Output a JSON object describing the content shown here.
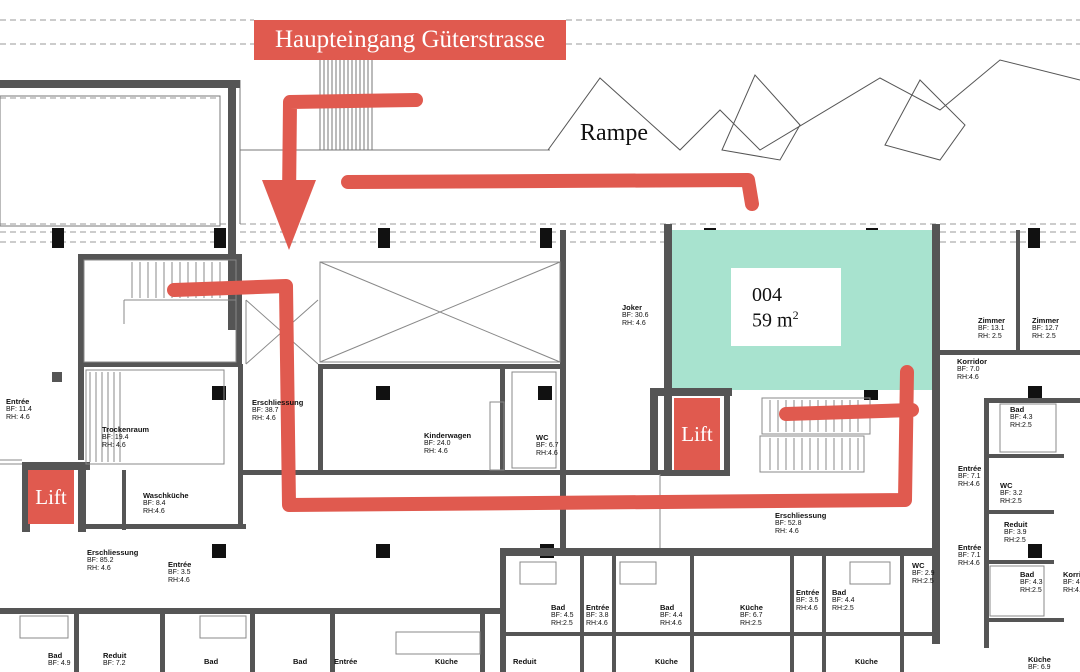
{
  "title": "Haupteingang Güterstrasse",
  "ramp_label": "Rampe",
  "lift_label": "Lift",
  "unit": {
    "number": "004",
    "area": "59 m",
    "area_unit_sup": "2"
  },
  "colors": {
    "accent": "#e05a4f",
    "highlight": "#a8e3cf",
    "wall": "#555555"
  },
  "rooms": [
    {
      "name": "Entrée",
      "bf": "BF: 11.4",
      "rh": "RH:  4.6"
    },
    {
      "name": "Trockenraum",
      "bf": "BF: 19.4",
      "rh": "RH:  4.6"
    },
    {
      "name": "Waschküche",
      "bf": "BF: 8.4",
      "rh": "RH:4.6"
    },
    {
      "name": "Erschliessung",
      "bf": "BF: 38.7",
      "rh": "RH:  4.6"
    },
    {
      "name": "Kinderwagen",
      "bf": "BF: 24.0",
      "rh": "RH:  4.6"
    },
    {
      "name": "WC",
      "bf": "BF: 6.7",
      "rh": "RH:4.6"
    },
    {
      "name": "Joker",
      "bf": "BF: 30.6",
      "rh": "RH:  4.6"
    },
    {
      "name": "Zimmer",
      "bf": "BF: 13.1",
      "rh": "RH:  2.5"
    },
    {
      "name": "Zimmer",
      "bf": "BF: 12.7",
      "rh": "RH:  2.5"
    },
    {
      "name": "Korridor",
      "bf": "BF: 7.0",
      "rh": "RH:4.6"
    },
    {
      "name": "Bad",
      "bf": "BF: 4.3",
      "rh": "RH:2.5"
    },
    {
      "name": "Entrée",
      "bf": "BF: 7.1",
      "rh": "RH:4.6"
    },
    {
      "name": "WC",
      "bf": "BF: 3.2",
      "rh": "RH:2.5"
    },
    {
      "name": "Reduit",
      "bf": "BF: 3.9",
      "rh": "RH:2.5"
    },
    {
      "name": "Entrée",
      "bf": "BF: 7.1",
      "rh": "RH:4.6"
    },
    {
      "name": "Bad",
      "bf": "BF: 4.3",
      "rh": "RH:2.5"
    },
    {
      "name": "Erschliessung",
      "bf": "BF: 85.2",
      "rh": "RH:  4.6"
    },
    {
      "name": "Entrée",
      "bf": "BF: 3.5",
      "rh": "RH:4.6"
    },
    {
      "name": "Erschliessung",
      "bf": "BF: 52.8",
      "rh": "RH:  4.6"
    },
    {
      "name": "Bad",
      "bf": "BF: 4.5",
      "rh": "RH:2.5"
    },
    {
      "name": "Entrée",
      "bf": "BF: 3.8",
      "rh": "RH:4.6"
    },
    {
      "name": "Bad",
      "bf": "BF: 4.4",
      "rh": "RH:4.6"
    },
    {
      "name": "Küche",
      "bf": "BF: 6.7",
      "rh": "RH:2.5"
    },
    {
      "name": "Entrée",
      "bf": "BF: 3.5",
      "rh": "RH:4.6"
    },
    {
      "name": "Bad",
      "bf": "BF: 4.4",
      "rh": "RH:2.5"
    },
    {
      "name": "WC",
      "bf": "BF: 2.9",
      "rh": "RH:2.5"
    },
    {
      "name": "Bad",
      "bf": "BF: 4.9",
      "rh": ""
    },
    {
      "name": "Reduit",
      "bf": "BF: 7.2",
      "rh": ""
    },
    {
      "name": "Bad",
      "bf": "",
      "rh": ""
    },
    {
      "name": "Bad",
      "bf": "",
      "rh": ""
    },
    {
      "name": "Entrée",
      "bf": "",
      "rh": ""
    },
    {
      "name": "Küche",
      "bf": "",
      "rh": ""
    },
    {
      "name": "Reduit",
      "bf": "",
      "rh": ""
    },
    {
      "name": "Küche",
      "bf": "",
      "rh": ""
    },
    {
      "name": "Küche",
      "bf": "",
      "rh": ""
    },
    {
      "name": "Küche",
      "bf": "BF: 6.9",
      "rh": ""
    },
    {
      "name": "Korri",
      "bf": "BF: 4.",
      "rh": "RH:4."
    }
  ]
}
